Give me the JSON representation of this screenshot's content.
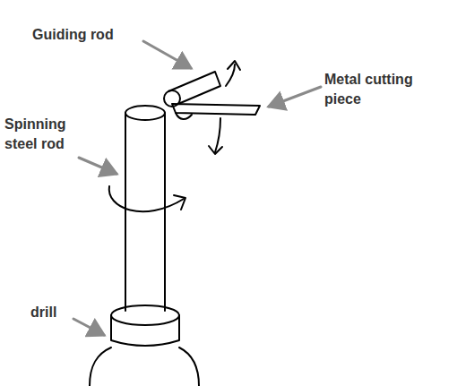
{
  "diagram": {
    "labels": [
      "Guiding rod",
      "Metal cutting piece",
      "Spinning steel rod",
      "drill"
    ]
  }
}
